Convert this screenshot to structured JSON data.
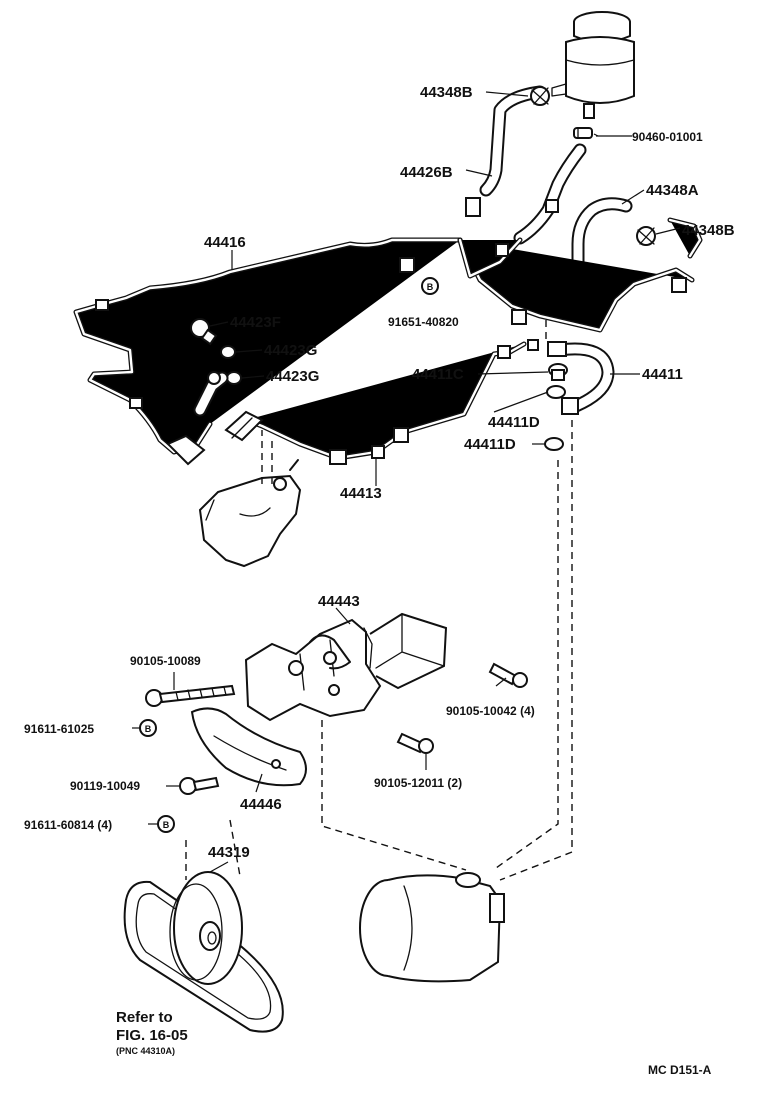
{
  "labels": {
    "p44348B_top": "44348B",
    "p90460": "90460-01001",
    "p44426B": "44426B",
    "p44348A": "44348A",
    "p44348B_right": "44348B",
    "p44416": "44416",
    "p91651": "91651-40820",
    "p44423F": "44423F",
    "p44423G_a": "44423G",
    "p44423G_b": "44423G",
    "p44411C": "44411C",
    "p44411": "44411",
    "p44411D_a": "44411D",
    "p44411D_b": "44411D",
    "p44413": "44413",
    "p44443": "44443",
    "p90105_10089": "90105-10089",
    "p91611_61025": "91611-61025",
    "p90105_10042": "90105-10042 (4)",
    "p90105_12011": "90105-12011 (2)",
    "p90119": "90119-10049",
    "p44446": "44446",
    "p91611_60814": "91611-60814 (4)",
    "p44319": "44319",
    "refer_line1": "Refer to",
    "refer_line2": "FIG. 16-05",
    "refer_line3": "(PNC 44310A)",
    "figure_code": "MC  D151-A"
  },
  "markers": {
    "b_symbol": "B"
  }
}
